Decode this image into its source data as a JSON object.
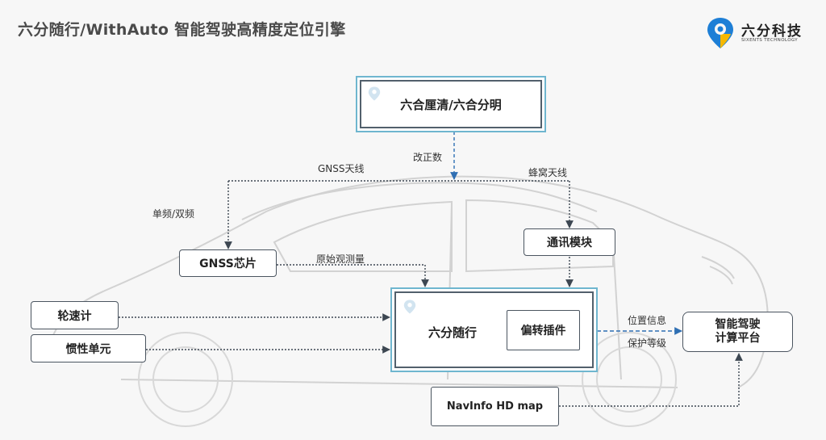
{
  "title": "六分随行/WithAuto 智能驾驶高精度定位引擎",
  "logo": {
    "name": "六分科技",
    "subtitle": "SIXENTS TECHNOLOGY",
    "icon": "location-pin-icon",
    "colors": {
      "blue": "#1e7fd6",
      "yellow": "#f5b800"
    }
  },
  "nodes": {
    "correction_service": "六合厘清/六合分明",
    "gnss_chip": "GNSS芯片",
    "comm_module": "通讯模块",
    "wheel_speed": "轮速计",
    "inertial_unit": "惯性单元",
    "engine": "六分随行",
    "deflection_plugin": "偏转插件",
    "adas_platform_line1": "智能驾驶",
    "adas_platform_line2": "计算平台",
    "hd_map": "NavInfo HD map"
  },
  "edge_labels": {
    "correction": "改正数",
    "gnss_antenna": "GNSS天线",
    "cellular_antenna": "蜂窝天线",
    "single_dual_freq": "单频/双频",
    "raw_observation": "原始观测量",
    "position_info": "位置信息",
    "protection_level": "保护等级"
  },
  "colors": {
    "accent_border": "#6fb6cf",
    "arrow_blue": "#2f6fb3",
    "line_dark": "#3d4752"
  }
}
